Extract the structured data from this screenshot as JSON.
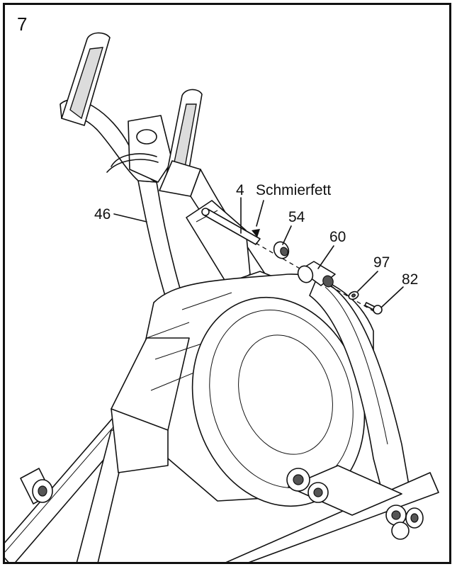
{
  "step_number": "7",
  "callouts": [
    {
      "id": "c4",
      "text": "4"
    },
    {
      "id": "c-grease",
      "text": "Schmierfett"
    },
    {
      "id": "c46",
      "text": "46"
    },
    {
      "id": "c54",
      "text": "54"
    },
    {
      "id": "c60",
      "text": "60"
    },
    {
      "id": "c97",
      "text": "97"
    },
    {
      "id": "c82",
      "text": "82"
    }
  ],
  "colors": {
    "line": "#111111",
    "background": "#ffffff",
    "shade": "#dcdcdc"
  }
}
